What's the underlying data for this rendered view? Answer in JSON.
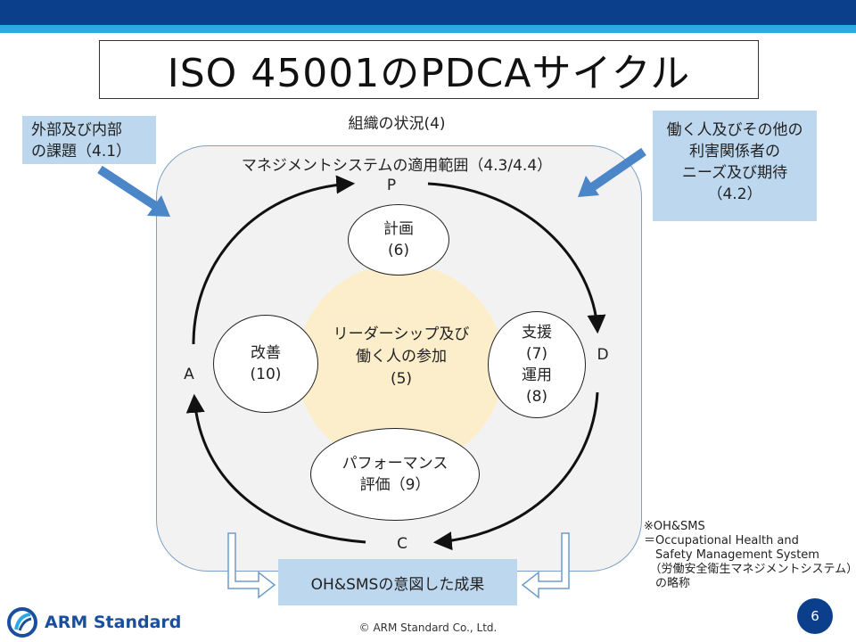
{
  "slide": {
    "title": "ISO 45001のPDCAサイクル",
    "org_context": "組織の状況(4)",
    "scope": "マネジメントシステムの適用範囲（4.3/4.4）",
    "callout_left": [
      "外部及び内部",
      "の課題（4.1）"
    ],
    "callout_right": [
      "働く人及びその他の",
      "利害関係者の",
      "ニーズ及び期待",
      "（4.2）"
    ],
    "pdca": {
      "p": "P",
      "d": "D",
      "c": "C",
      "a": "A"
    },
    "center": [
      "リーダーシップ及び",
      "働く人の参加",
      "(5)"
    ],
    "planning": [
      "計画",
      "(6)"
    ],
    "support": [
      "支援",
      "(7)",
      "運用",
      "(8)"
    ],
    "evaluation": [
      "パフォーマンス",
      "評価（9）"
    ],
    "improvement": [
      "改善",
      "(10)"
    ],
    "outcome": "OH&SMSの意図した成果",
    "footnote": [
      "※OH&SMS",
      "＝Occupational Health and",
      "　Safety Management System",
      "　（労働安全衛生マネジメントシステム）",
      "　の略称"
    ],
    "copyright": "© ARM Standard Co., Ltd.",
    "logo_text": "ARM Standard",
    "page_number": "6"
  },
  "colors": {
    "dark_blue": "#0b3f8c",
    "light_blue": "#2da9e1",
    "callout_fill": "#bcd7ee",
    "center_fill": "#fdeecb",
    "arrow_blue": "#4a86c8"
  }
}
